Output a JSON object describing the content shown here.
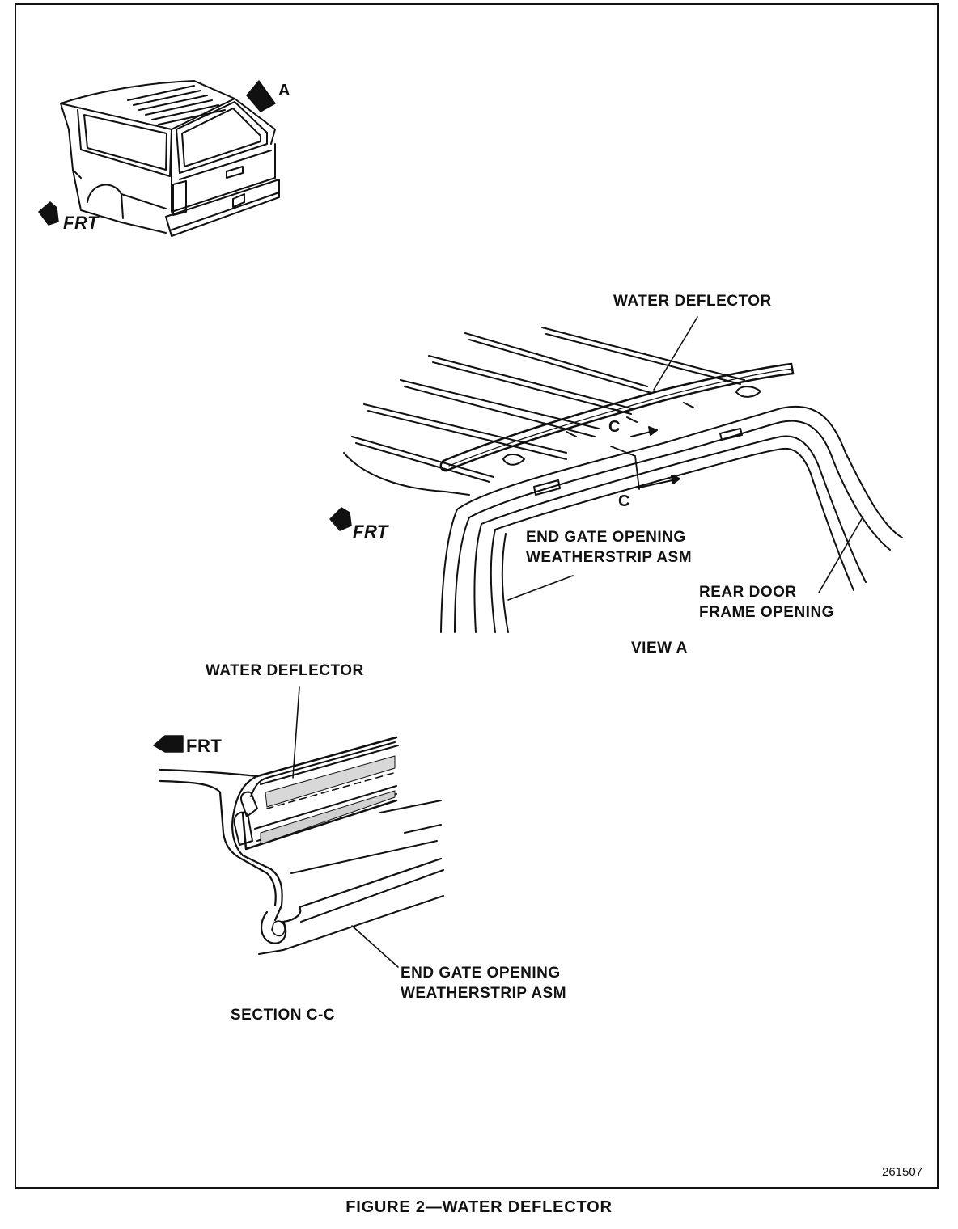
{
  "caption": "FIGURE 2—WATER DEFLECTOR",
  "figure_number": "261507",
  "overview": {
    "view_marker": "A",
    "front_marker": "FRT"
  },
  "view_a": {
    "title": "VIEW A",
    "front_marker": "FRT",
    "water_deflector": "WATER DEFLECTOR",
    "section_mark_top": "C",
    "section_mark_bottom": "C",
    "end_gate_line1": "END GATE OPENING",
    "end_gate_line2": "WEATHERSTRIP ASM",
    "rear_door_line1": "REAR DOOR",
    "rear_door_line2": "FRAME OPENING"
  },
  "section_cc": {
    "title": "SECTION C-C",
    "front_marker": "FRT",
    "water_deflector": "WATER DEFLECTOR",
    "end_gate_line1": "END GATE OPENING",
    "end_gate_line2": "WEATHERSTRIP ASM"
  }
}
